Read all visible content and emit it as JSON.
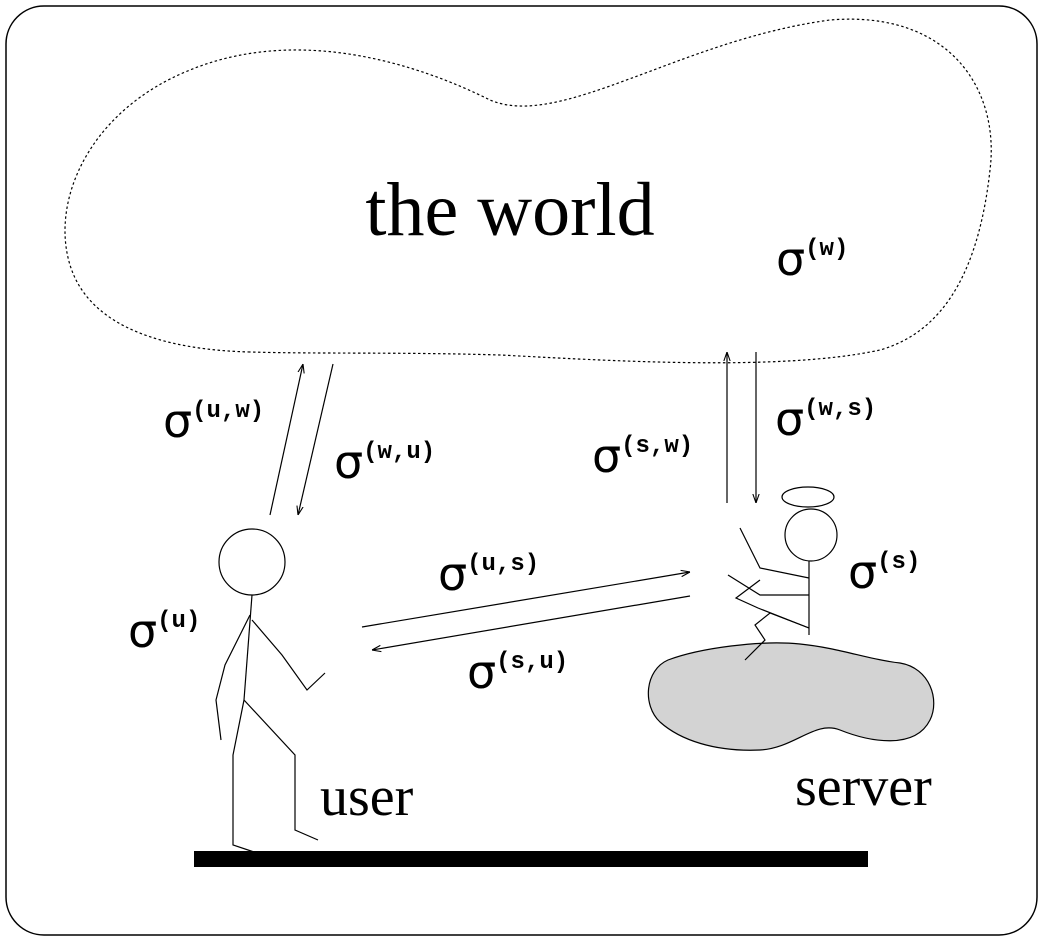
{
  "labels": {
    "world": "the world",
    "user": "user",
    "server": "server"
  },
  "sigma": "σ",
  "states": {
    "world": "(w)",
    "user": "(u)",
    "server": "(s)"
  },
  "channels": {
    "user_to_world": "(u,w)",
    "world_to_user": "(w,u)",
    "server_to_world": "(s,w)",
    "world_to_server": "(w,s)",
    "user_to_server": "(u,s)",
    "server_to_user": "(s,u)"
  },
  "colors": {
    "stroke": "#000000",
    "island_fill": "#d3d3d3",
    "background": "#ffffff"
  }
}
